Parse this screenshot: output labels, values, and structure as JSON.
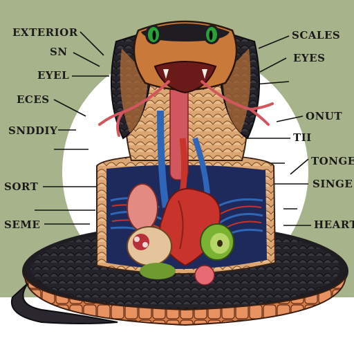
{
  "labels_left": [
    "EXTERIOR",
    "SN",
    "EYEL",
    "ECES",
    "SNDDIY",
    "SORT",
    "SEME"
  ],
  "labels_right": [
    "SCALES",
    "EYES",
    "ONUT",
    "TII",
    "TONGE",
    "SINGE",
    "HEART"
  ],
  "colors": {
    "background": "#a7b38a",
    "halo": "#ffffff",
    "snake_dark": "#1f1d22",
    "scale_light": "#e0b07a",
    "scale_mid": "#c97a3a",
    "artery": "#2f66b7",
    "heart": "#c8342b",
    "tongue": "#d2565d",
    "eye": "#2aa039",
    "leader": "#111111"
  }
}
